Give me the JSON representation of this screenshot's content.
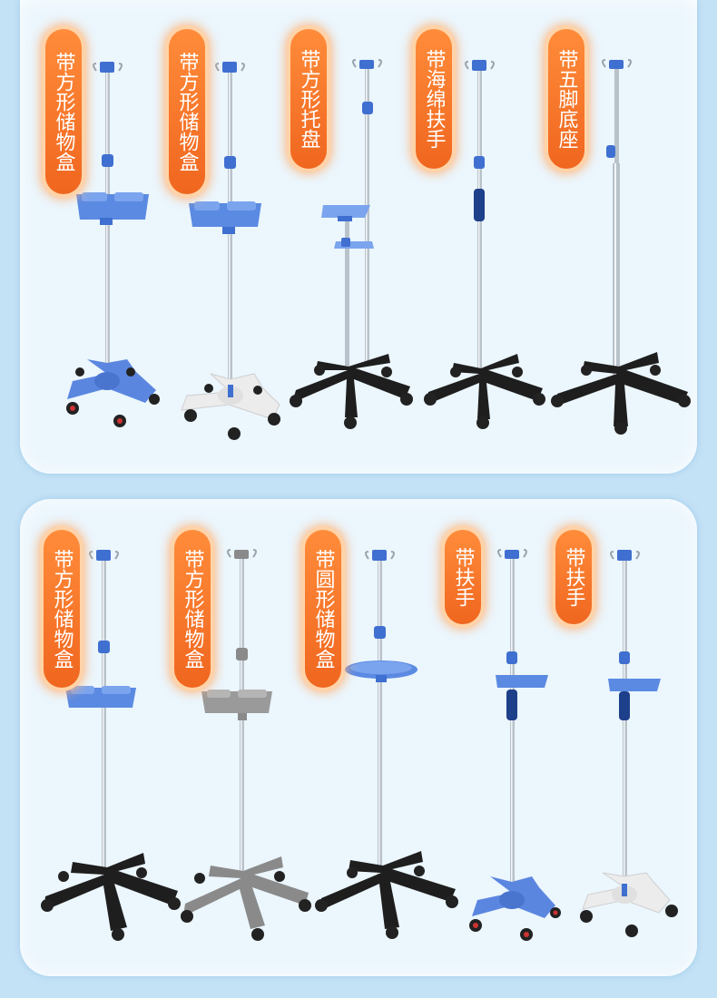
{
  "panels": [
    {
      "items": [
        {
          "label": "带方形储物盒"
        },
        {
          "label": "带方形储物盒"
        },
        {
          "label": "带方形托盘"
        },
        {
          "label": "带海绵扶手"
        },
        {
          "label": "带五脚底座"
        }
      ]
    },
    {
      "items": [
        {
          "label": "带方形储物盒"
        },
        {
          "label": "带方形储物盒"
        },
        {
          "label": "带圆形储物盒"
        },
        {
          "label": "带扶手"
        },
        {
          "label": "带扶手"
        }
      ]
    }
  ],
  "colors": {
    "page_background": "#c4e2f6",
    "panel_background": "#ebf6fd",
    "badge_orange": "#f0661f",
    "accessory_blue": "#4a7fd6",
    "base_black": "#1e1e1e",
    "base_grey": "#8a8a8a",
    "base_white": "#ececec",
    "base_blue": "#5b86e0",
    "grip_navy": "#1e3f8a"
  }
}
